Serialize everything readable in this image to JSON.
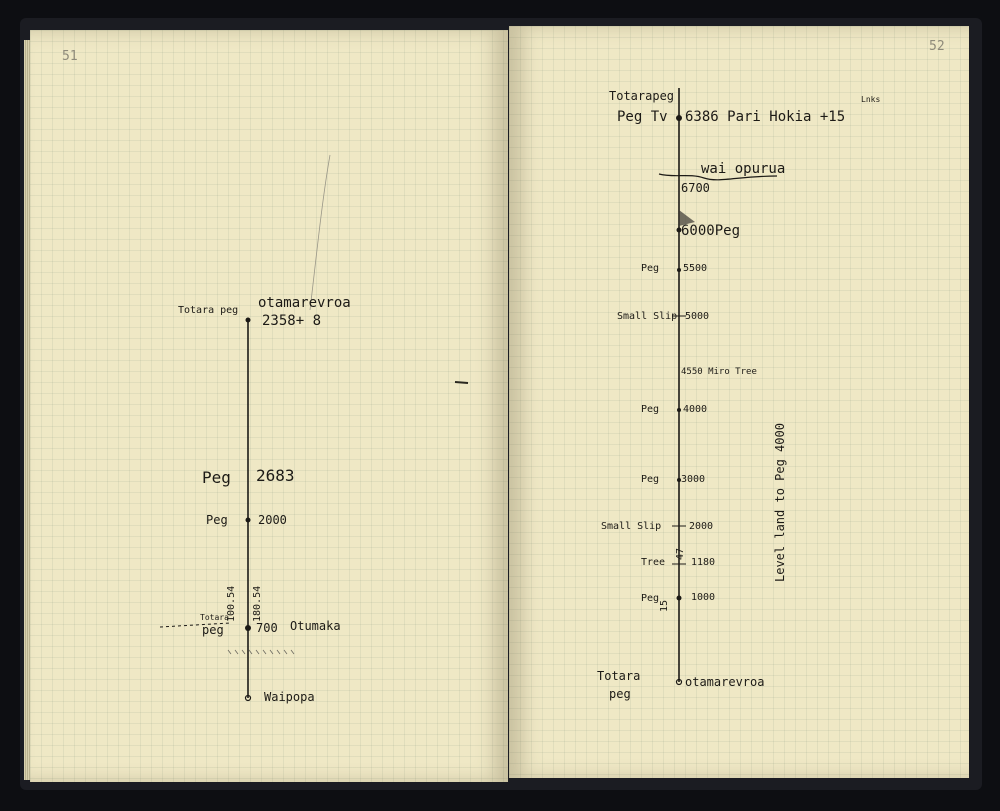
{
  "left_page": {
    "page_number": "51",
    "labels": {
      "top_name": "otamarevroa",
      "top_peg": "Totara peg",
      "top_value": "2358+ 8",
      "peg_2683_label": "Peg",
      "peg_2683_value": "2683",
      "peg_2000_label": "Peg",
      "peg_2000_value": "2000",
      "seg_a": "100.54",
      "seg_b": "180.54",
      "totara_small": "Totara",
      "peg_700_label": "peg",
      "peg_700_value": "700",
      "otumaka": "Otumaka",
      "bottom_name": "Waipopa"
    }
  },
  "right_page": {
    "page_number": "52",
    "labels": {
      "totara_top": "Totarapeg",
      "peg_tv": "Peg Tv",
      "value_6386": "6386 Pari Hokia +15",
      "links": "Lnks",
      "waiopurua": "wai opurua",
      "value_6700": "6700",
      "value_6000": "6000Peg",
      "peg_5500_label": "Peg",
      "peg_5500_value": "5500",
      "small_slip_1": "Small Slip",
      "value_5000": "5000",
      "miro": "4550 Miro Tree",
      "peg_4000_label": "Peg",
      "peg_4000_value": "4000",
      "peg_3000_label": "Peg",
      "peg_3000_value": "3000",
      "level_note": "Level land to Peg 4000",
      "small_slip_2": "Small Slip",
      "value_2000": "2000",
      "tree_label": "Tree",
      "value_1180": "1180",
      "peg_1000_label": "Peg",
      "value_1000": "1000",
      "angle_a": "47",
      "angle_b": "15",
      "totara_bottom": "Totara",
      "peg_bottom": "peg",
      "bottom_name": "otamarevroa"
    }
  },
  "colors": {
    "paper": "#efe8c5",
    "ink": "#1c1a16",
    "cover": "#1b1c22"
  }
}
